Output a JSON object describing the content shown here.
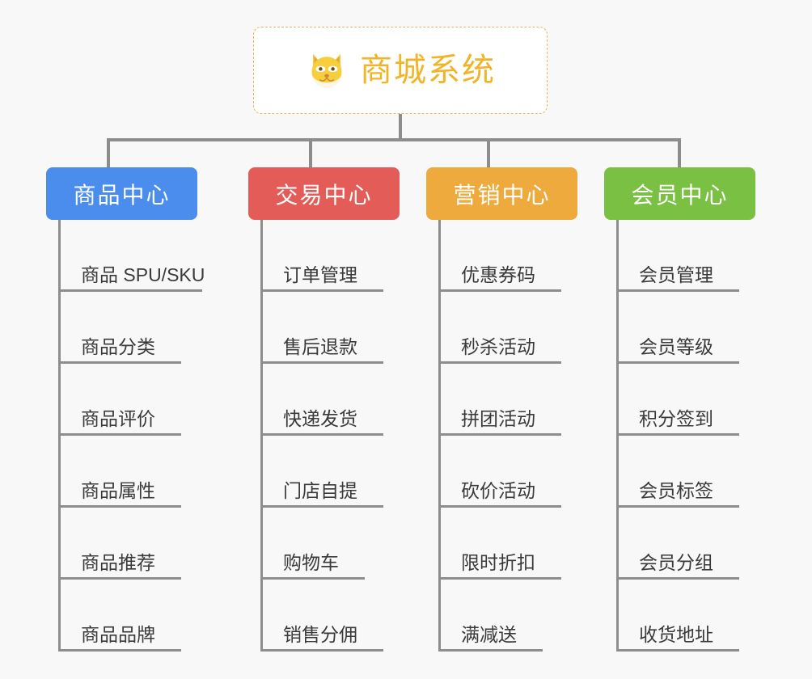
{
  "canvas": {
    "background": "#f8f8f8",
    "line_color": "#8d8d8d"
  },
  "root": {
    "title": "商城系统",
    "icon": "shiba-dog-face-icon",
    "text_color": "#f0b429",
    "border_color": "#e8b55a",
    "background": "#ffffff"
  },
  "categories": [
    {
      "label": "商品中心",
      "color": "#4a8ded",
      "items": [
        "商品 SPU/SKU",
        "商品分类",
        "商品评价",
        "商品属性",
        "商品推荐",
        "商品品牌"
      ]
    },
    {
      "label": "交易中心",
      "color": "#e45c58",
      "items": [
        "订单管理",
        "售后退款",
        "快递发货",
        "门店自提",
        "购物车",
        "销售分佣"
      ]
    },
    {
      "label": "营销中心",
      "color": "#eeaa3c",
      "items": [
        "优惠券码",
        "秒杀活动",
        "拼团活动",
        "砍价活动",
        "限时折扣",
        "满减送"
      ]
    },
    {
      "label": "会员中心",
      "color": "#79c043",
      "items": [
        "会员管理",
        "会员等级",
        "积分签到",
        "会员标签",
        "会员分组",
        "收货地址"
      ]
    }
  ]
}
